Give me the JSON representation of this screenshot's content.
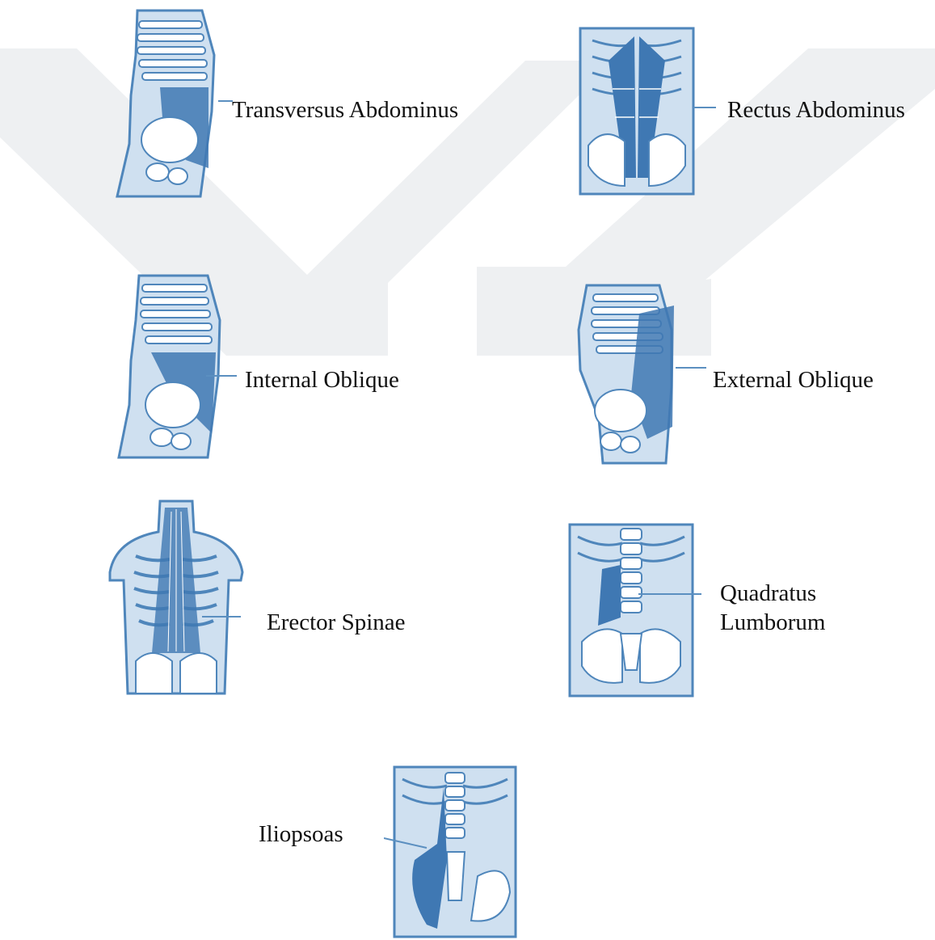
{
  "figure": {
    "muscles": [
      {
        "id": "transversus",
        "label": "Transversus Abdominus",
        "view": "side"
      },
      {
        "id": "rectus",
        "label": "Rectus Abdominus",
        "view": "front"
      },
      {
        "id": "internal_oblique",
        "label": "Internal Oblique",
        "view": "side"
      },
      {
        "id": "external_oblique",
        "label": "External Oblique",
        "view": "side"
      },
      {
        "id": "erector",
        "label": "Erector Spinae",
        "view": "back"
      },
      {
        "id": "quadratus",
        "label_lines": [
          "Quadratus",
          "Lumborum"
        ],
        "view": "front"
      },
      {
        "id": "iliopsoas",
        "label": "Iliopsoas",
        "view": "front"
      }
    ]
  },
  "colors": {
    "body_fill": "#cfe0f0",
    "outline": "#4f86bb",
    "bone": "#ffffff",
    "muscle": "#3f78b3",
    "watermark": "#eef0f2"
  }
}
